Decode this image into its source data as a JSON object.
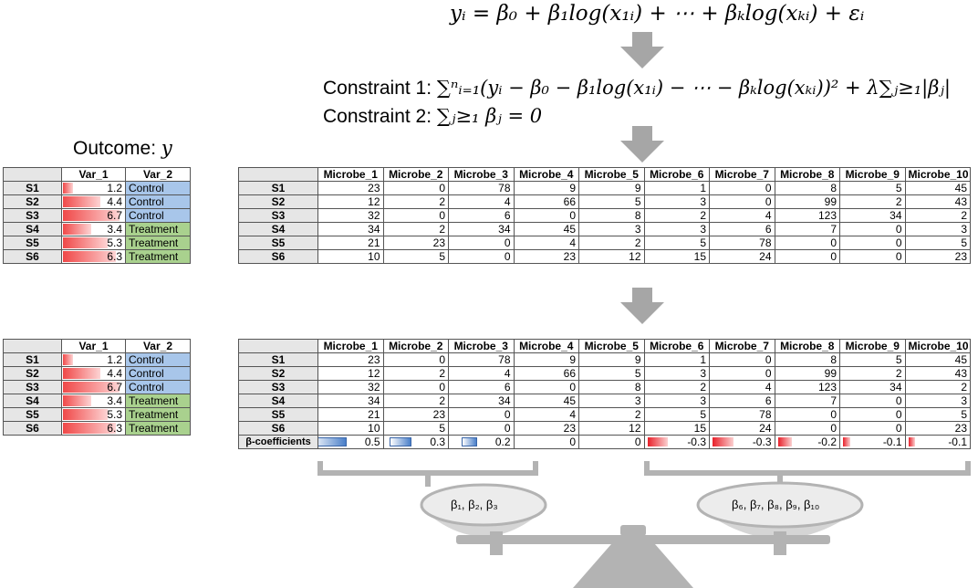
{
  "equation": "yᵢ = β₀ + β₁log(x₁ᵢ) + ⋯ + βₖlog(xₖᵢ) + εᵢ",
  "constraint1": {
    "label": "Constraint 1: ",
    "formula": "∑ⁿᵢ₌₁(yᵢ − β₀ − β₁log(x₁ᵢ) − ⋯ − βₖlog(xₖᵢ))² + λ∑ⱼ≥₁|βⱼ|"
  },
  "constraint2": {
    "label": "Constraint 2: ",
    "formula": "∑ⱼ≥₁ βⱼ = 0"
  },
  "outcome": {
    "label": "Outcome: ",
    "variable": "y"
  },
  "outcome_table": {
    "headers": [
      "Var_1",
      "Var_2"
    ],
    "rows": [
      {
        "id": "S1",
        "var1": "1.2",
        "var1_value": 1.2,
        "var2": "Control",
        "group": "control"
      },
      {
        "id": "S2",
        "var1": "4.4",
        "var1_value": 4.4,
        "var2": "Control",
        "group": "control"
      },
      {
        "id": "S3",
        "var1": "6.7",
        "var1_value": 6.7,
        "var2": "Control",
        "group": "control"
      },
      {
        "id": "S4",
        "var1": "3.4",
        "var1_value": 3.4,
        "var2": "Treatment",
        "group": "treatment"
      },
      {
        "id": "S5",
        "var1": "5.3",
        "var1_value": 5.3,
        "var2": "Treatment",
        "group": "treatment"
      },
      {
        "id": "S6",
        "var1": "6.3",
        "var1_value": 6.3,
        "var2": "Treatment",
        "group": "treatment"
      }
    ],
    "colors": {
      "control": "#a8c6ea",
      "treatment": "#a9d18e"
    }
  },
  "microbe_table": {
    "headers": [
      "Microbe_1",
      "Microbe_2",
      "Microbe_3",
      "Microbe_4",
      "Microbe_5",
      "Microbe_6",
      "Microbe_7",
      "Microbe_8",
      "Microbe_9",
      "Microbe_10"
    ],
    "rows": [
      {
        "id": "S1",
        "values": [
          "23",
          "0",
          "78",
          "9",
          "9",
          "1",
          "0",
          "8",
          "5",
          "45"
        ]
      },
      {
        "id": "S2",
        "values": [
          "12",
          "2",
          "4",
          "66",
          "5",
          "3",
          "0",
          "99",
          "2",
          "43"
        ]
      },
      {
        "id": "S3",
        "values": [
          "32",
          "0",
          "6",
          "0",
          "8",
          "2",
          "4",
          "123",
          "34",
          "2"
        ]
      },
      {
        "id": "S4",
        "values": [
          "34",
          "2",
          "34",
          "45",
          "3",
          "3",
          "6",
          "7",
          "0",
          "3"
        ]
      },
      {
        "id": "S5",
        "values": [
          "21",
          "23",
          "0",
          "4",
          "2",
          "5",
          "78",
          "0",
          "0",
          "5"
        ]
      },
      {
        "id": "S6",
        "values": [
          "10",
          "5",
          "0",
          "23",
          "12",
          "15",
          "24",
          "0",
          "0",
          "23"
        ]
      }
    ]
  },
  "coefficients": {
    "label": "β-coefficients",
    "display": [
      "0.5",
      "0.3",
      "0.2",
      "0",
      "0",
      "-0.3",
      "-0.3",
      "-0.2",
      "-0.1",
      "-0.1"
    ],
    "values": [
      0.5,
      0.3,
      0.2,
      0,
      0,
      -0.3,
      -0.3,
      -0.2,
      -0.1,
      -0.1
    ],
    "colors": {
      "positive": "#4a7fc9",
      "negative": "#e8202a"
    }
  },
  "scale": {
    "left_label": "β₁, β₂, β₃",
    "right_label": "β₆, β₇, β₈, β₉, β₁₀",
    "color": "#b3b3b3"
  },
  "arrow_color": "#a6a6a6"
}
